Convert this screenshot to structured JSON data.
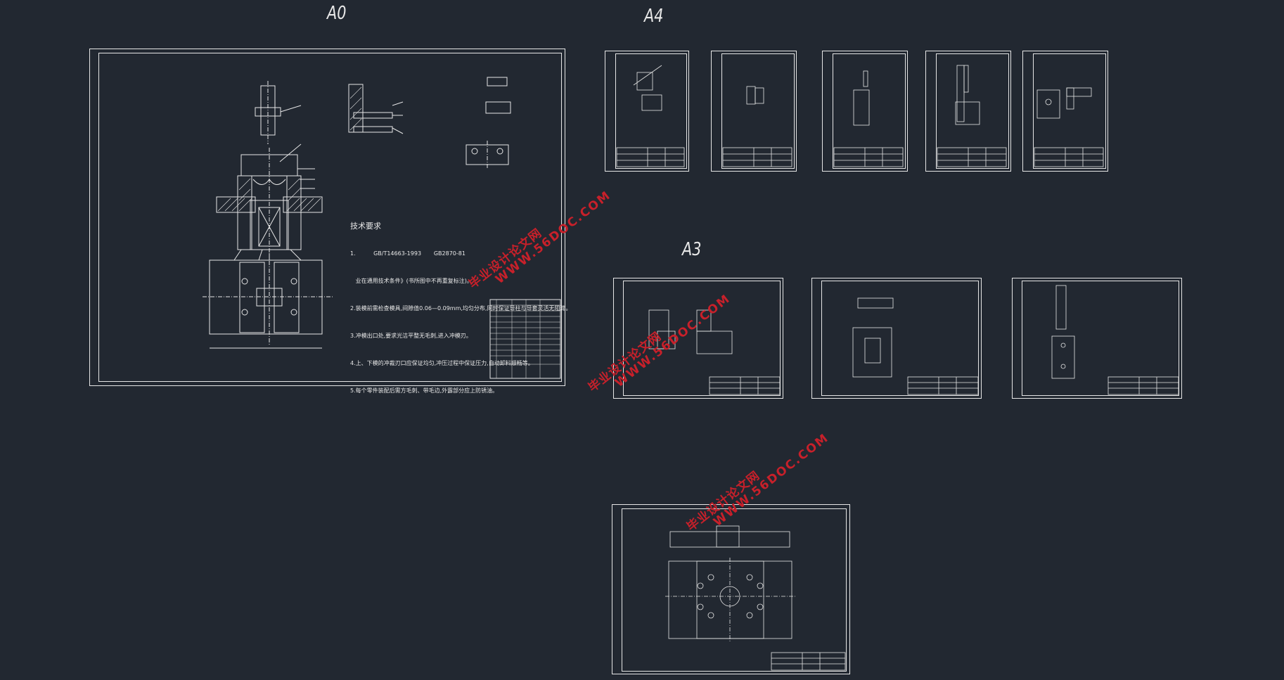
{
  "labels": {
    "a0": "A0",
    "a4": "A4",
    "a3": "A3"
  },
  "tech_requirements": {
    "heading": "技术要求",
    "lines": [
      "1.          GB/T14663-1993       GB2870-81         ",
      "   业在通用技术条件》(书所图中不再重复标注)。",
      "2.装模前需检查模具,间隙值0.06—0.09mm,均匀分布,同时保证导柱与导套灵活无阻滞。",
      "3.冲模出口处,要求光洁平整无毛刺,进入冲模刃。",
      "4.上、下模的冲裁刃口应保证均匀,冲压过程中保证压力,自动卸料顺畅等。",
      "5.每个零件装配后需方毛刺、带毛边,外露部分应上防锈油。"
    ]
  },
  "watermarks": [
    {
      "cn": "毕业设计论文网",
      "url": "WWW.56DOC.COM"
    },
    {
      "cn": "毕业设计论文网",
      "url": "WWW.56DOC.COM"
    },
    {
      "cn": "毕业设计论文网",
      "url": "WWW.56DOC.COM"
    }
  ],
  "colors": {
    "background": "#222831",
    "lines": "#e6e6e6",
    "watermark": "#c8202a"
  }
}
